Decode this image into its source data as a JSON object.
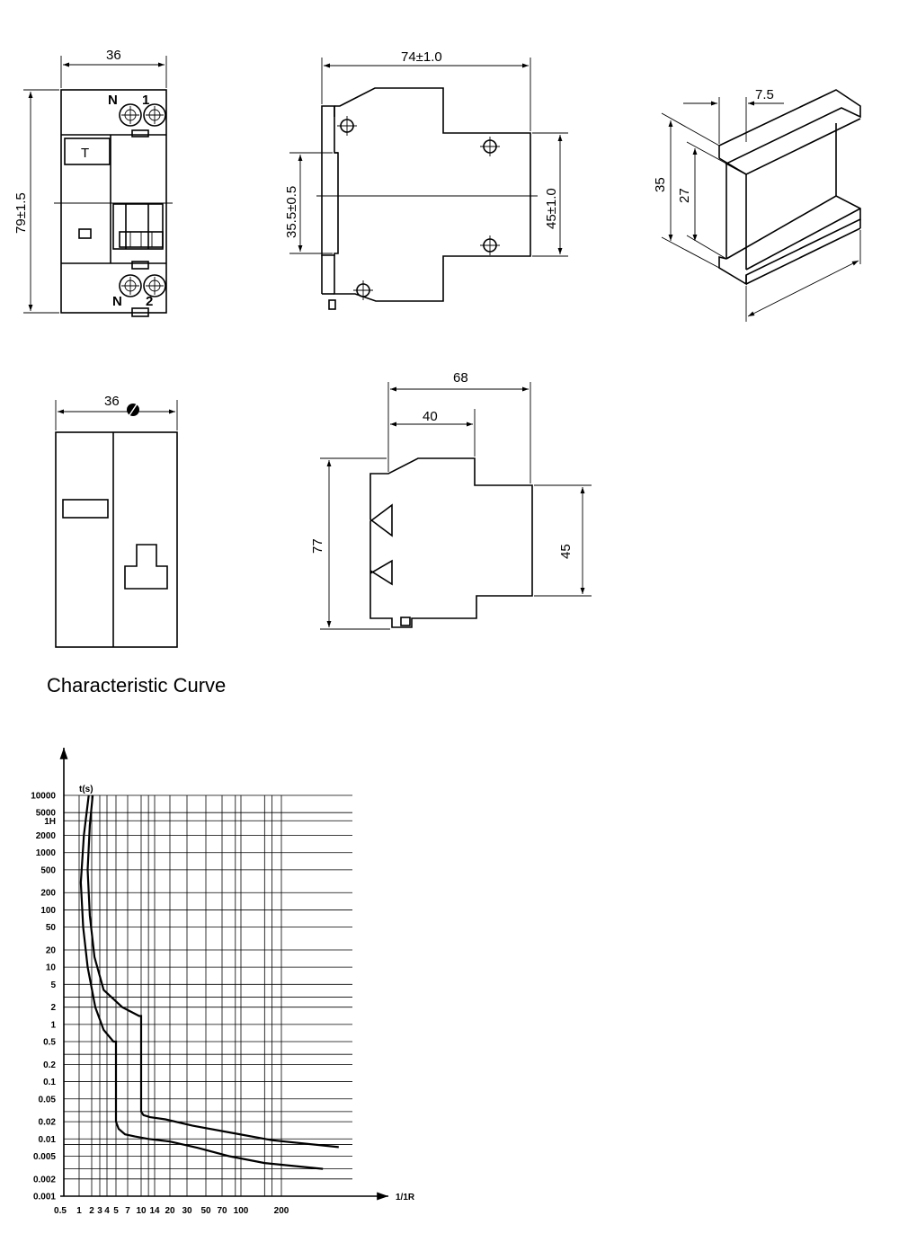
{
  "drawings": {
    "front": {
      "width": "36",
      "height": "79±1.5",
      "terminals_top": [
        "N",
        "1"
      ],
      "terminals_bottom": [
        "N",
        "2"
      ],
      "test_button": "T"
    },
    "side": {
      "width": "74±1.0",
      "rail": "35.5±0.5",
      "depth": "45±1.0"
    },
    "rail": {
      "width": "7.5",
      "height_outer": "35",
      "height_inner": "27"
    },
    "front2": {
      "width": "36"
    },
    "side2": {
      "width_outer": "68",
      "width_inner": "40",
      "height": "77",
      "depth": "45"
    }
  },
  "section_title": "Characteristic Curve",
  "chart_data": {
    "type": "line",
    "title": "",
    "xlabel": "1/1R",
    "ylabel": "t(s)",
    "x_tick_labels": [
      "0.5",
      "1",
      "2",
      "3",
      "4",
      "5",
      "7",
      "10",
      "14",
      "20",
      "30",
      "50",
      "70",
      "100",
      "200"
    ],
    "y_tick_labels": [
      "10000",
      "5000",
      "1H",
      "2000",
      "1000",
      "500",
      "200",
      "100",
      "50",
      "20",
      "10",
      "5",
      "2",
      "1",
      "0.5",
      "0.2",
      "0.1",
      "0.05",
      "0.02",
      "0.01",
      "0.005",
      "0.002",
      "0.001"
    ],
    "series": [
      {
        "x": [
          1.7,
          1.3,
          1.1,
          1.25,
          1.6,
          2.4,
          3.5,
          4.7,
          5,
          5,
          5.4,
          6.5,
          8.5,
          12,
          20,
          40,
          80,
          150,
          300
        ],
        "y": [
          10000,
          2000,
          300,
          50,
          10,
          2,
          0.8,
          0.5,
          0.5,
          0.02,
          0.015,
          0.012,
          0.011,
          0.01,
          0.009,
          0.007,
          0.005,
          0.0038,
          0.003
        ]
      },
      {
        "x": [
          2.1,
          1.8,
          1.6,
          1.8,
          2.3,
          3.5,
          6,
          9.5,
          10,
          10,
          10.6,
          12.5,
          18,
          35,
          80,
          170,
          350
        ],
        "y": [
          10000,
          3000,
          500,
          80,
          15,
          4,
          2,
          1.4,
          1.4,
          0.03,
          0.026,
          0.024,
          0.022,
          0.017,
          0.013,
          0.0095,
          0.0072
        ]
      }
    ]
  }
}
